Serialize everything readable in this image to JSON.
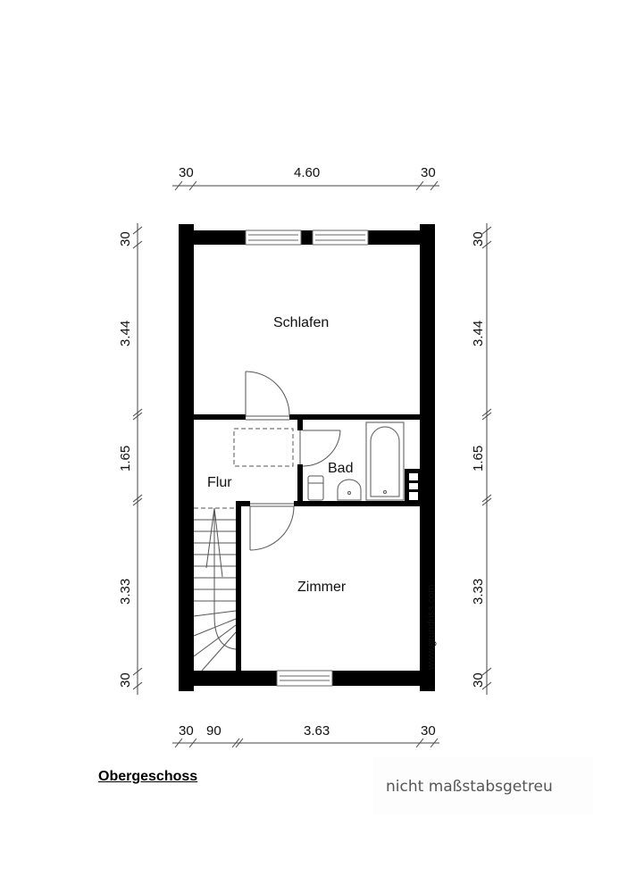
{
  "plan": {
    "floor_title": "Obergeschoss",
    "scale_note": "nicht maßstabsgetreu",
    "watermark": "www.grundriss.com",
    "rooms": {
      "schlafen": "Schlafen",
      "flur": "Flur",
      "bad": "Bad",
      "zimmer": "Zimmer"
    },
    "dimensions": {
      "top": [
        "30",
        "4.60",
        "30"
      ],
      "bottom": [
        "30",
        "90",
        "3.63",
        "30"
      ],
      "left": [
        "30",
        "3.44",
        "1.65",
        "3.33",
        "30"
      ],
      "right": [
        "30",
        "3.44",
        "1.65",
        "3.33",
        "30"
      ]
    },
    "colors": {
      "wall": "#000000",
      "line": "#555555",
      "background": "#ffffff",
      "note_text": "#555555"
    }
  }
}
